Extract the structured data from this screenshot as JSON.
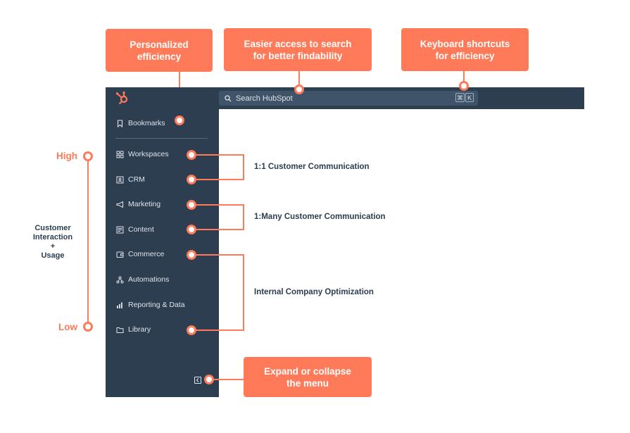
{
  "callouts": {
    "personalized": "Personalized\nefficiency",
    "search": "Easier access to search\nfor better findability",
    "shortcuts": "Keyboard shortcuts\nfor efficiency",
    "collapse": "Expand or collapse\nthe menu"
  },
  "topbar": {
    "search_placeholder": "Search HubSpot",
    "shortcut_keys": [
      "⌘",
      "K"
    ]
  },
  "sidebar": {
    "items": [
      {
        "label": "Bookmarks",
        "icon": "bookmark-icon"
      },
      {
        "label": "Workspaces",
        "icon": "grid-icon"
      },
      {
        "label": "CRM",
        "icon": "contact-card-icon"
      },
      {
        "label": "Marketing",
        "icon": "megaphone-icon"
      },
      {
        "label": "Content",
        "icon": "content-layout-icon"
      },
      {
        "label": "Commerce",
        "icon": "wallet-icon"
      },
      {
        "label": "Automations",
        "icon": "automation-nodes-icon"
      },
      {
        "label": "Reporting & Data",
        "icon": "bar-chart-icon"
      },
      {
        "label": "Library",
        "icon": "folder-icon"
      }
    ]
  },
  "groups": {
    "one_to_one": "1:1 Customer Communication",
    "one_to_many": "1:Many Customer Communication",
    "internal": "Internal Company Optimization"
  },
  "axis": {
    "high": "High",
    "low": "Low",
    "title": "Customer\nInteraction\n+\nUsage"
  },
  "colors": {
    "accent": "#ff7a59",
    "navy": "#2d3e50",
    "search_bg": "#3f5468",
    "nav_text": "#dfe3eb"
  }
}
